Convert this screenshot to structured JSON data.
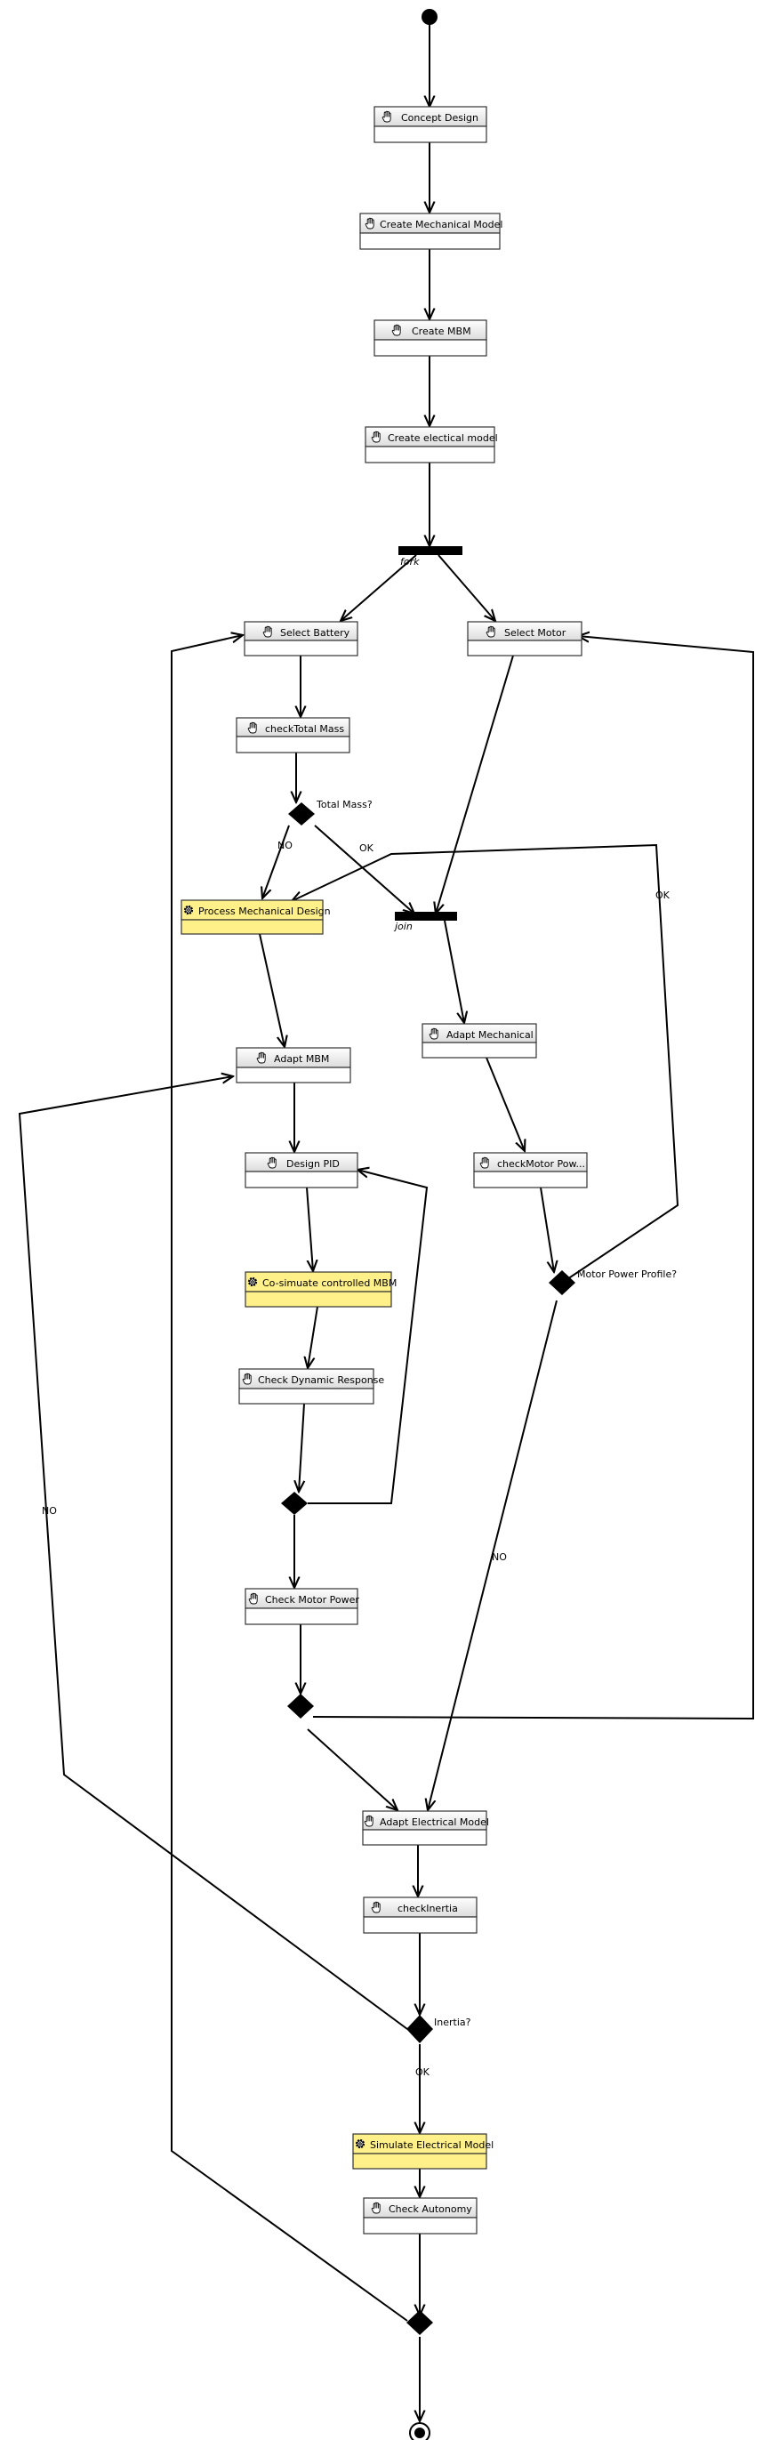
{
  "colors": {
    "manual_fill_top": "#ffffff",
    "manual_fill_bottom": "#dcdcdc",
    "auto_fill": "#fff08a",
    "line": "#000000",
    "border": "#333333"
  },
  "icons": {
    "manual": "hand-icon",
    "auto": "gear-icon"
  },
  "actions": {
    "concept_design": "Concept Design",
    "create_mechanical_model": "Create Mechanical Model",
    "create_mbm": "Create MBM",
    "create_electrical_model": "Create electical model",
    "select_battery": "Select Battery",
    "select_motor": "Select Motor",
    "check_total_mass": "checkTotal Mass",
    "process_mechanical_design": "Process Mechanical Design",
    "adapt_mbm": "Adapt MBM",
    "adapt_mechanical": "Adapt Mechanical",
    "design_pid": "Design PID",
    "check_motor_pow": "checkMotor Pow...",
    "co_simulate": "Co-simuate controlled MBM",
    "check_dynamic_response": "Check Dynamic Response",
    "check_motor_power": "Check Motor Power",
    "adapt_electrical_model": "Adapt Electrical Model",
    "check_inertia": "checkInertia",
    "simulate_electrical_model": "Simulate Electrical Model",
    "check_autonomy": "Check Autonomy"
  },
  "decisions": {
    "total_mass": "Total Mass?",
    "motor_power_profile": "Motor Power Profile?",
    "inertia": "Inertia?"
  },
  "bars": {
    "fork": "fork",
    "join": "join"
  },
  "edge_labels": {
    "total_mass_no": "NO",
    "total_mass_ok": "OK",
    "motor_profile_ok": "OK",
    "motor_profile_no": "NO",
    "inertia_no": "NO",
    "inertia_ok": "OK"
  }
}
